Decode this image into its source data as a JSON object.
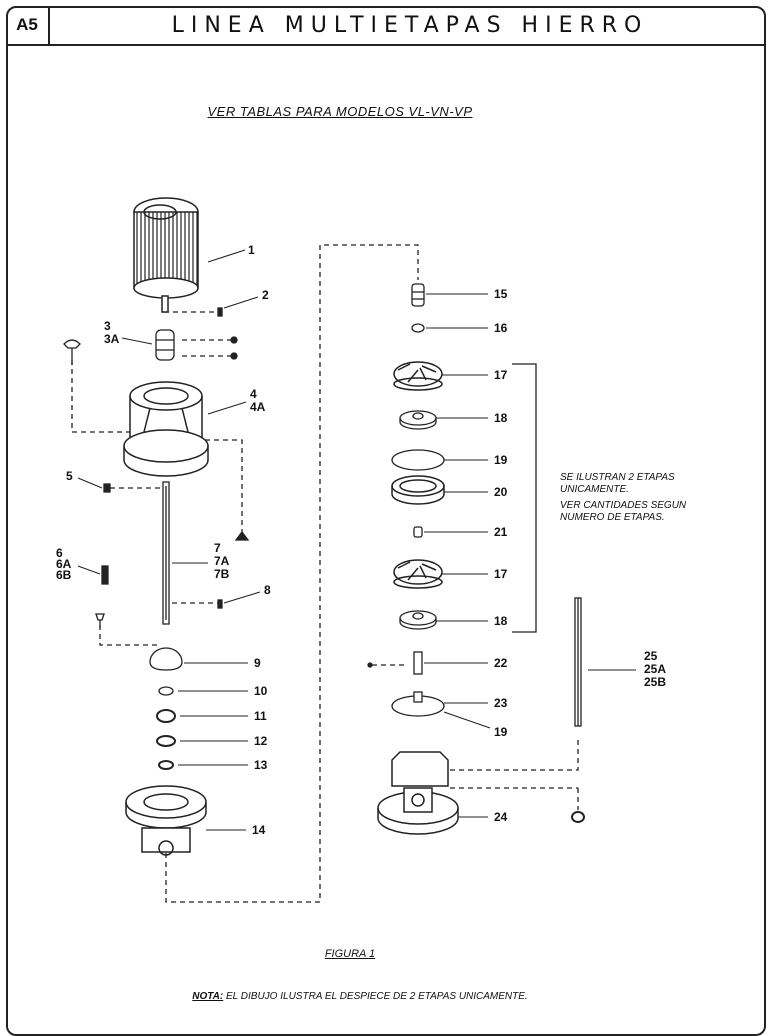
{
  "header": {
    "code": "A5",
    "title": "LINEA MULTIETAPAS HIERRO"
  },
  "subtitle": "VER TABLAS PARA MODELOS VL-VN-VP",
  "figure_caption": "FIGURA 1",
  "note": {
    "label": "NOTA:",
    "text": " EL DIBUJO ILUSTRA EL DESPIECE DE 2 ETAPAS UNICAMENTE."
  },
  "side_note": {
    "line1": "SE ILUSTRAN 2 ETAPAS UNICAMENTE.",
    "line2": "VER CANTIDADES SEGUN NUMERO DE ETAPAS."
  },
  "part_labels": {
    "p1": "1",
    "p2": "2",
    "p3": "3",
    "p3a": "3A",
    "p4": "4",
    "p4a": "4A",
    "p5": "5",
    "p6": "6",
    "p6a": "6A",
    "p6b": "6B",
    "p7": "7",
    "p7a": "7A",
    "p7b": "7B",
    "p8": "8",
    "p9": "9",
    "p10": "10",
    "p11": "11",
    "p12": "12",
    "p13": "13",
    "p14": "14",
    "p15": "15",
    "p16": "16",
    "p17a": "17",
    "p18a": "18",
    "p19a": "19",
    "p20": "20",
    "p21": "21",
    "p17b": "17",
    "p18b": "18",
    "p22": "22",
    "p23": "23",
    "p19b": "19",
    "p24": "24",
    "p25": "25",
    "p25a": "25A",
    "p25b": "25B"
  }
}
